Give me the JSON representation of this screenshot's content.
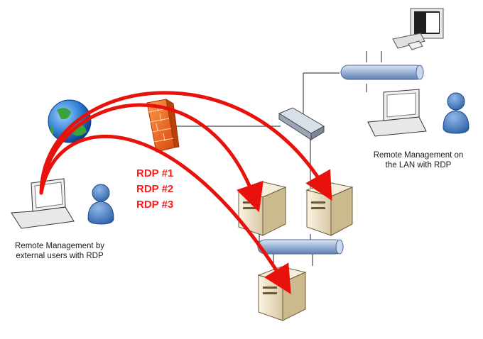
{
  "labels": {
    "external_caption_line1": "Remote Management by",
    "external_caption_line2": "external users with RDP",
    "lan_caption_line1": "Remote Management on",
    "lan_caption_line2": "the LAN with RDP",
    "rdp": [
      "RDP #1",
      "RDP #2",
      "RDP #3"
    ]
  },
  "colors": {
    "rdp_text": "#ff1a1a",
    "arrow": "#e8120c",
    "firewall": "#f26a1b",
    "bus_pipe": "#9bb3d6",
    "server_body": "#e8dcc2",
    "person": "#3f7cc4"
  },
  "icons": {
    "globe": "internet-globe-icon",
    "firewall": "firewall-icon",
    "switch": "network-switch-icon",
    "workstation": "desktop-computer-icon",
    "laptop": "laptop-icon",
    "user": "user-icon",
    "server": "server-icon"
  }
}
